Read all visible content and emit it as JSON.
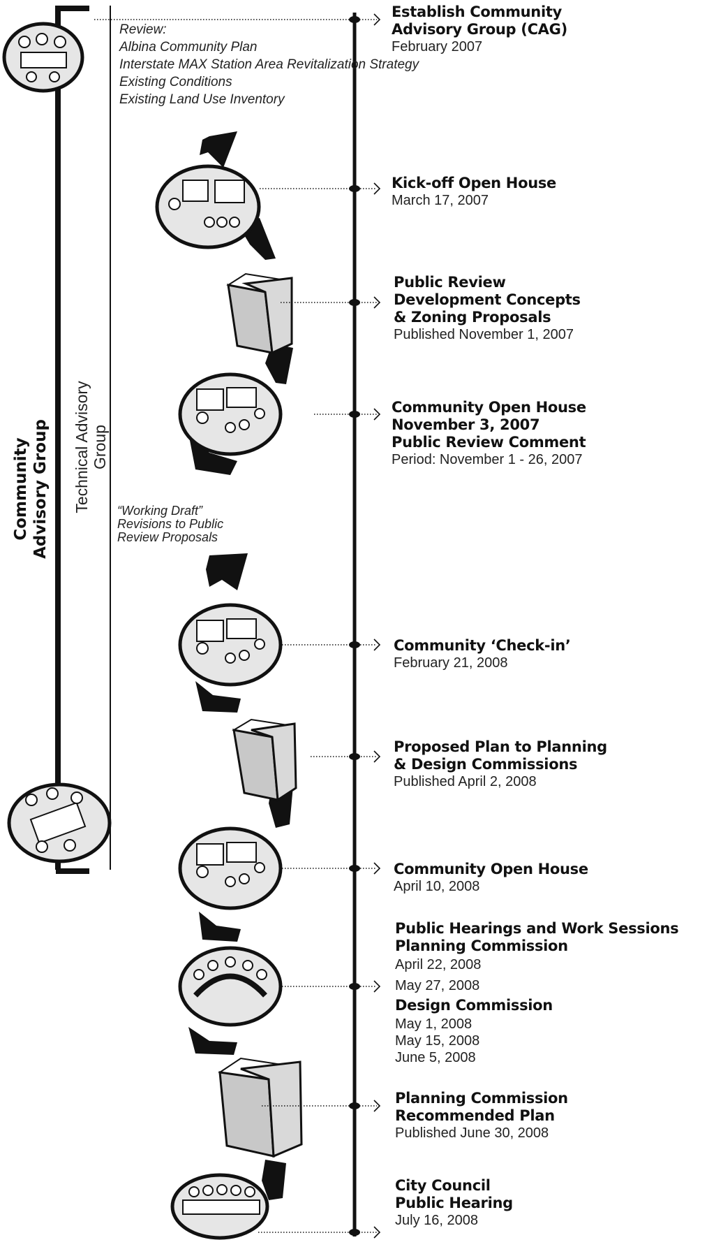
{
  "side_labels": {
    "community_advisory_group": [
      "Community",
      "Advisory Group"
    ],
    "technical_advisory_group": [
      "Technical Advisory",
      "Group"
    ]
  },
  "review_note": {
    "heading": "Review:",
    "items": [
      "Albina Community Plan",
      "Interstate MAX Station Area Revitalization Strategy",
      "Existing Conditions",
      "Existing Land Use Inventory"
    ]
  },
  "working_draft_note": [
    "“Working Draft”",
    "Revisions to Public",
    "Review Proposals"
  ],
  "milestones": [
    {
      "title": [
        "Establish Community",
        "Advisory Group (CAG)"
      ],
      "details": [
        "February 2007"
      ]
    },
    {
      "title": [
        "Kick-off Open House"
      ],
      "details": [
        "March 17, 2007"
      ]
    },
    {
      "title": [
        "Public Review",
        "Development Concepts",
        "& Zoning Proposals"
      ],
      "details": [
        "Published November 1, 2007"
      ]
    },
    {
      "title": [
        "Community Open House",
        "November 3, 2007",
        "Public Review Comment"
      ],
      "details": [
        "Period: November 1 - 26, 2007"
      ]
    },
    {
      "title": [
        "Community ‘Check-in’"
      ],
      "details": [
        "February 21, 2008"
      ]
    },
    {
      "title": [
        "Proposed Plan to Planning",
        "& Design Commissions"
      ],
      "details": [
        "Published April 2, 2008"
      ]
    },
    {
      "title": [
        "Community Open House"
      ],
      "details": [
        "April 10, 2008"
      ]
    },
    {
      "title": [
        "Public Hearings and Work Sessions",
        "Planning Commission"
      ],
      "details": [
        "April 22, 2008",
        "May 27, 2008"
      ],
      "subheading": "Design Commission",
      "subdetails": [
        "May 1, 2008",
        "May 15, 2008",
        "June 5, 2008"
      ]
    },
    {
      "title": [
        "Planning Commission",
        "Recommended Plan"
      ],
      "details": [
        "Published June 30, 2008"
      ]
    },
    {
      "title": [
        "City Council",
        "Public Hearing"
      ],
      "details": [
        "July 16, 2008"
      ]
    }
  ],
  "icons": [
    "meeting-icon",
    "presentation-icon",
    "book-icon",
    "open-house-icon",
    "open-house-icon",
    "book-icon",
    "open-house-icon",
    "hearing-icon",
    "book-icon",
    "council-icon"
  ],
  "colors": {
    "ink": "#111111",
    "paper": "#ffffff",
    "bubble": "#e6e6e6",
    "book": "#d9d9d9"
  }
}
